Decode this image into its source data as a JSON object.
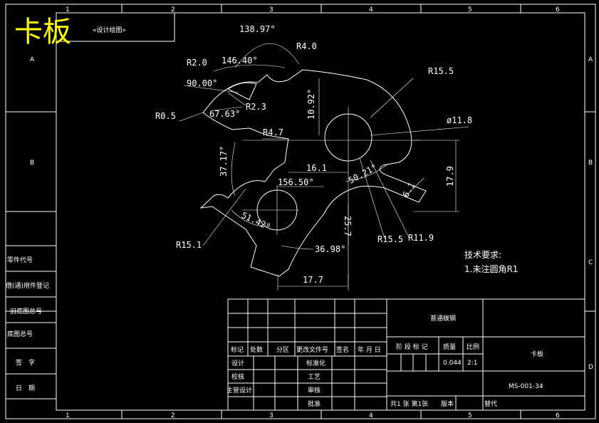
{
  "title": "卡板",
  "subtitle": "«设计绘图»",
  "col_labels": [
    "1",
    "2",
    "3",
    "4",
    "5",
    "6"
  ],
  "row_labels": [
    "A",
    "B",
    "C",
    "D"
  ],
  "dims": {
    "a138": "138.97°",
    "r4": "R4.0",
    "r2": "R2.0",
    "a146": "146.40°",
    "r155": "R15.5",
    "a90": "90.00°",
    "r23": "R2.3",
    "d1092": "10.92°",
    "r05": "R0.5",
    "a6763": "67.63°",
    "d118": "ø11.8",
    "r47": "R4.7",
    "a3717": "37.17°",
    "d161": "16.1",
    "a5021": "50.21°",
    "d179": "17.9",
    "d61": "6.1",
    "a1565": "156.50°",
    "a5142": "51.42°",
    "d257": "25.7",
    "r155b": "R15.5",
    "r119": "R11.9",
    "r151": "R15.1",
    "a3698": "36.98°",
    "d177": "17.7"
  },
  "tech": {
    "heading": "技术要求:",
    "item": "1.未注圆角R1"
  },
  "left_table": [
    "零件代号",
    "借(通)用件登记",
    "旧底图总号",
    "底图总号",
    "签　字",
    "日　期"
  ],
  "title_block": {
    "material": "普通碳钢",
    "headers": [
      "标记",
      "处数",
      "分区",
      "更改文件号",
      "签名",
      "年 月 日"
    ],
    "stage": "阶 段 标 记",
    "mass_label": "质量",
    "scale_label": "比例",
    "mass": "0.044",
    "scale": "2:1",
    "part_name": "卡板",
    "rows": [
      "设计",
      "标准化",
      "校核",
      "工艺",
      "主管设计",
      "审核",
      "批准"
    ],
    "drawing_no": "MS-001-34",
    "sheet": "共1 张 第1张",
    "version": "版本",
    "replace": "替代"
  }
}
